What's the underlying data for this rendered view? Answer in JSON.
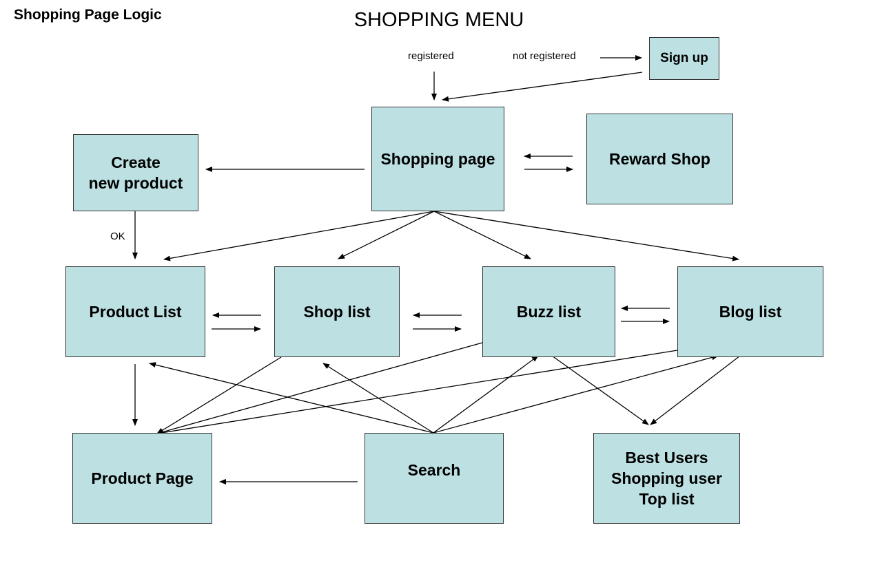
{
  "diagram": {
    "corner_title": "Shopping Page Logic",
    "title": "SHOPPING MENU",
    "labels": {
      "registered": "registered",
      "not_registered": "not registered",
      "ok": "OK"
    },
    "nodes": {
      "sign_up": "Sign up",
      "shopping_page": "Shopping page",
      "reward_shop": "Reward Shop",
      "create_new_product": [
        "Create",
        "new product"
      ],
      "product_list": "Product List",
      "shop_list": "Shop list",
      "buzz_list": "Buzz list",
      "blog_list": "Blog list",
      "product_page": "Product Page",
      "search": "Search",
      "best_users": [
        "Best Users",
        "Shopping user",
        "Top list"
      ]
    },
    "colors": {
      "box_fill": "#bde1e3",
      "box_border": "#333333",
      "arrow": "#000000"
    },
    "edges": [
      [
        "registered",
        "shopping_page"
      ],
      [
        "not_registered",
        "sign_up"
      ],
      [
        "sign_up",
        "shopping_page"
      ],
      [
        "shopping_page",
        "create_new_product"
      ],
      [
        "reward_shop",
        "shopping_page"
      ],
      [
        "shopping_page",
        "reward_shop"
      ],
      [
        "create_new_product",
        "product_list"
      ],
      [
        "shopping_page",
        "product_list"
      ],
      [
        "shopping_page",
        "shop_list"
      ],
      [
        "shopping_page",
        "buzz_list"
      ],
      [
        "shopping_page",
        "blog_list"
      ],
      [
        "shop_list",
        "product_list"
      ],
      [
        "product_list",
        "shop_list"
      ],
      [
        "buzz_list",
        "shop_list"
      ],
      [
        "shop_list",
        "buzz_list"
      ],
      [
        "blog_list",
        "buzz_list"
      ],
      [
        "buzz_list",
        "blog_list"
      ],
      [
        "product_list",
        "product_page"
      ],
      [
        "shop_list",
        "product_page"
      ],
      [
        "buzz_list",
        "product_page"
      ],
      [
        "blog_list",
        "product_page"
      ],
      [
        "search",
        "product_list"
      ],
      [
        "search",
        "shop_list"
      ],
      [
        "search",
        "buzz_list"
      ],
      [
        "search",
        "blog_list"
      ],
      [
        "search",
        "product_page"
      ],
      [
        "buzz_list",
        "best_users"
      ],
      [
        "blog_list",
        "best_users"
      ]
    ]
  }
}
